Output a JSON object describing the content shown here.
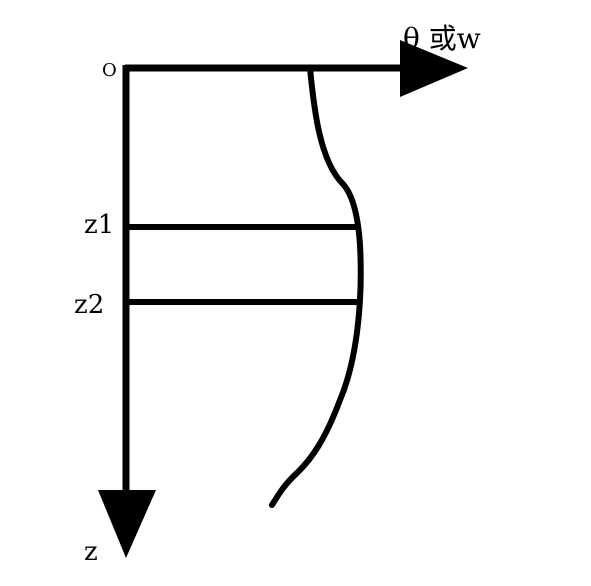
{
  "diagram": {
    "origin_label": "O",
    "horizontal_axis_label": "θ 或w",
    "vertical_axis_label": "z",
    "level_labels": [
      "z1",
      "z2"
    ],
    "stroke_color": "#000000",
    "background_color": "#ffffff"
  }
}
